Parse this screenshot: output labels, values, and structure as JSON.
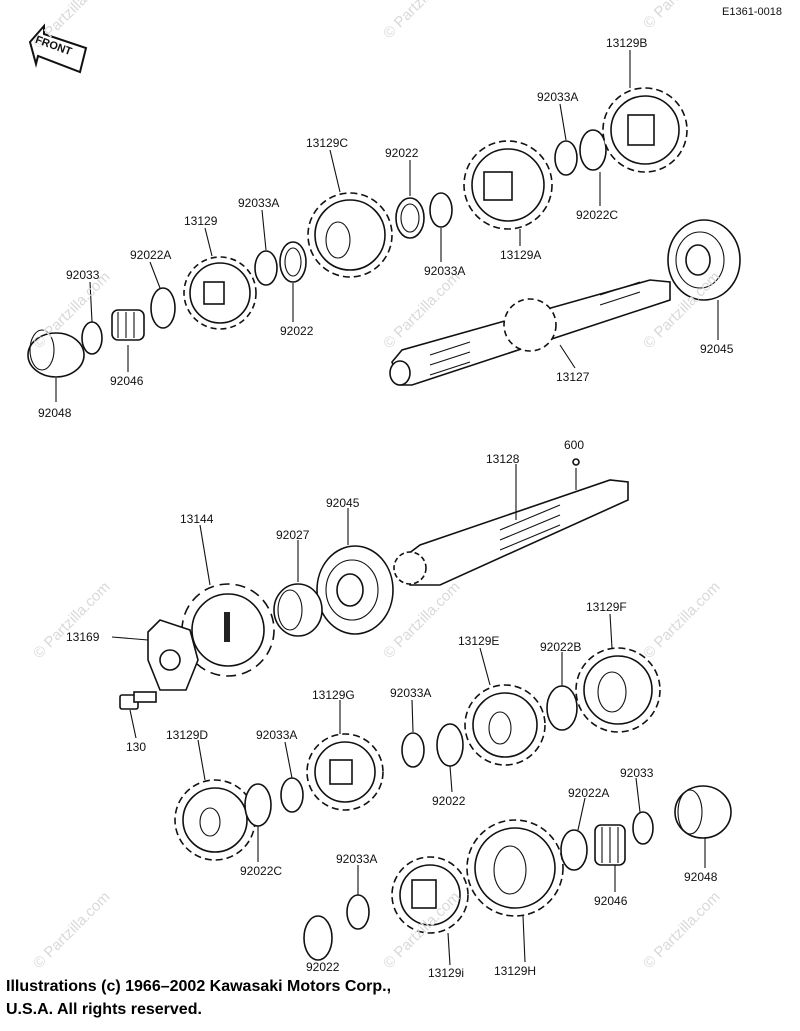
{
  "diagram": {
    "code": "E1361-0018",
    "front_label": "FRONT",
    "watermark": "© Partzilla.com",
    "copyright": "Illustrations (c) 1966–2002 Kawasaki Motors Corp., U.S.A.  All rights reserved.",
    "labels": [
      "13129B",
      "92033A",
      "92022",
      "13129C",
      "92033A",
      "13129",
      "92022A",
      "92033",
      "92046",
      "92048",
      "92022",
      "92033A",
      "13129A",
      "92022C",
      "92045",
      "13127",
      "600",
      "13128",
      "92045",
      "92027",
      "13144",
      "13169",
      "130",
      "13129G",
      "92033A",
      "13129E",
      "92022B",
      "13129F",
      "13129D",
      "92033A",
      "92022C",
      "92022",
      "92033",
      "92022A",
      "92046",
      "92048",
      "92033A",
      "92022",
      "13129i",
      "13129H"
    ]
  }
}
